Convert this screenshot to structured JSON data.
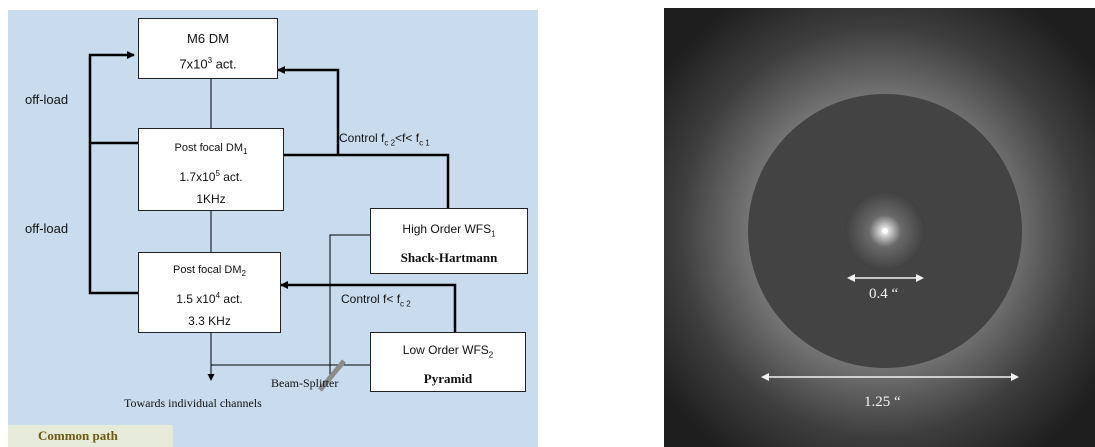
{
  "diagram": {
    "dm_m6": {
      "line1": "M6 DM",
      "line2_base": "7x10",
      "line2_exp": "3",
      "line2_suffix": " act."
    },
    "dm_pf1": {
      "line1_base": "Post focal DM",
      "line1_sub": "1",
      "line2_base": "1.7x10",
      "line2_exp": "5",
      "line2_suffix": " act.",
      "line3": "1KHz"
    },
    "dm_pf2": {
      "line1_base": "Post focal DM",
      "line1_sub": "2",
      "line2_base": "1.5 x10",
      "line2_exp": "4",
      "line2_suffix": " act.",
      "line3": "3.3 KHz"
    },
    "wfs_high": {
      "line1_base": "High Order WFS",
      "line1_sub": "1",
      "line2": "Shack-Hartmann"
    },
    "wfs_low": {
      "line1_base": "Low Order WFS",
      "line1_sub": "2",
      "line2": "Pyramid"
    },
    "offload_top": "off-load",
    "offload_bottom": "off-load",
    "control_high": {
      "a": "Control f",
      "a_sub": "c 2",
      "b": "<f< f",
      "b_sub": "c 1"
    },
    "control_low": {
      "a": "Control f< f",
      "a_sub": "c 2"
    },
    "beam_splitter": "Beam-Splitter",
    "towards": "Towards individual channels",
    "common_path": "Common path",
    "colors": {
      "panel_bg": "#c9dced",
      "line": "#000000",
      "common_bg": "#e6ead8",
      "common_text": "#6b5a10",
      "splitter": "#8c8c8c"
    }
  },
  "psf_image": {
    "inner_label": "0.4 “",
    "outer_label": "1.25 “"
  }
}
